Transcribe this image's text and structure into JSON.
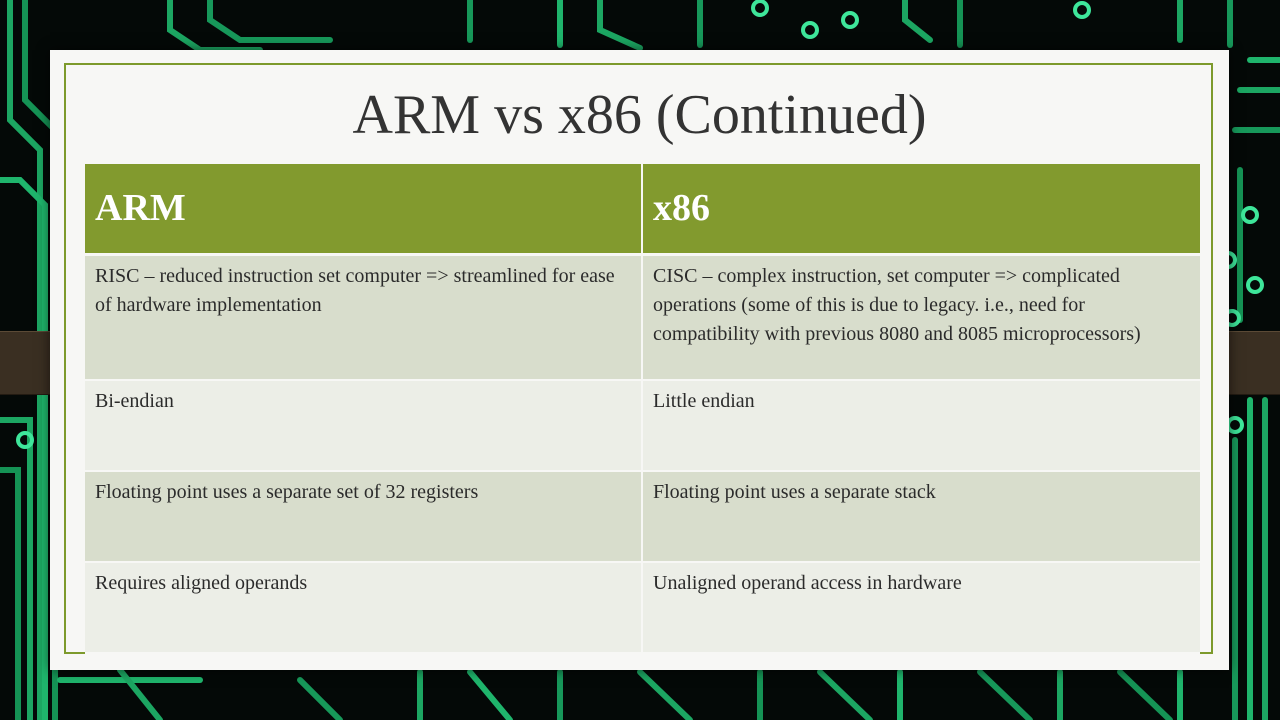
{
  "slide": {
    "title": "ARM vs x86 (Continued)"
  },
  "table": {
    "headers": [
      "ARM",
      "x86"
    ],
    "rows": [
      [
        "RISC – reduced instruction set computer => streamlined for ease of hardware implementation",
        "CISC – complex instruction, set computer => complicated operations (some of this is due to legacy. i.e., need for compatibility with previous 8080 and 8085 microprocessors)"
      ],
      [
        "Bi-endian",
        "Little endian"
      ],
      [
        "Floating point uses a separate set of 32 registers",
        "Floating point uses a separate stack"
      ],
      [
        "Requires aligned operands",
        "Unaligned operand access in hardware"
      ]
    ]
  },
  "colors": {
    "header_bg": "#829a2e",
    "frame": "#7d9a2c",
    "row_odd": "#d8ddcc",
    "row_even": "#eceee7",
    "circuit": "#1fd17a"
  }
}
